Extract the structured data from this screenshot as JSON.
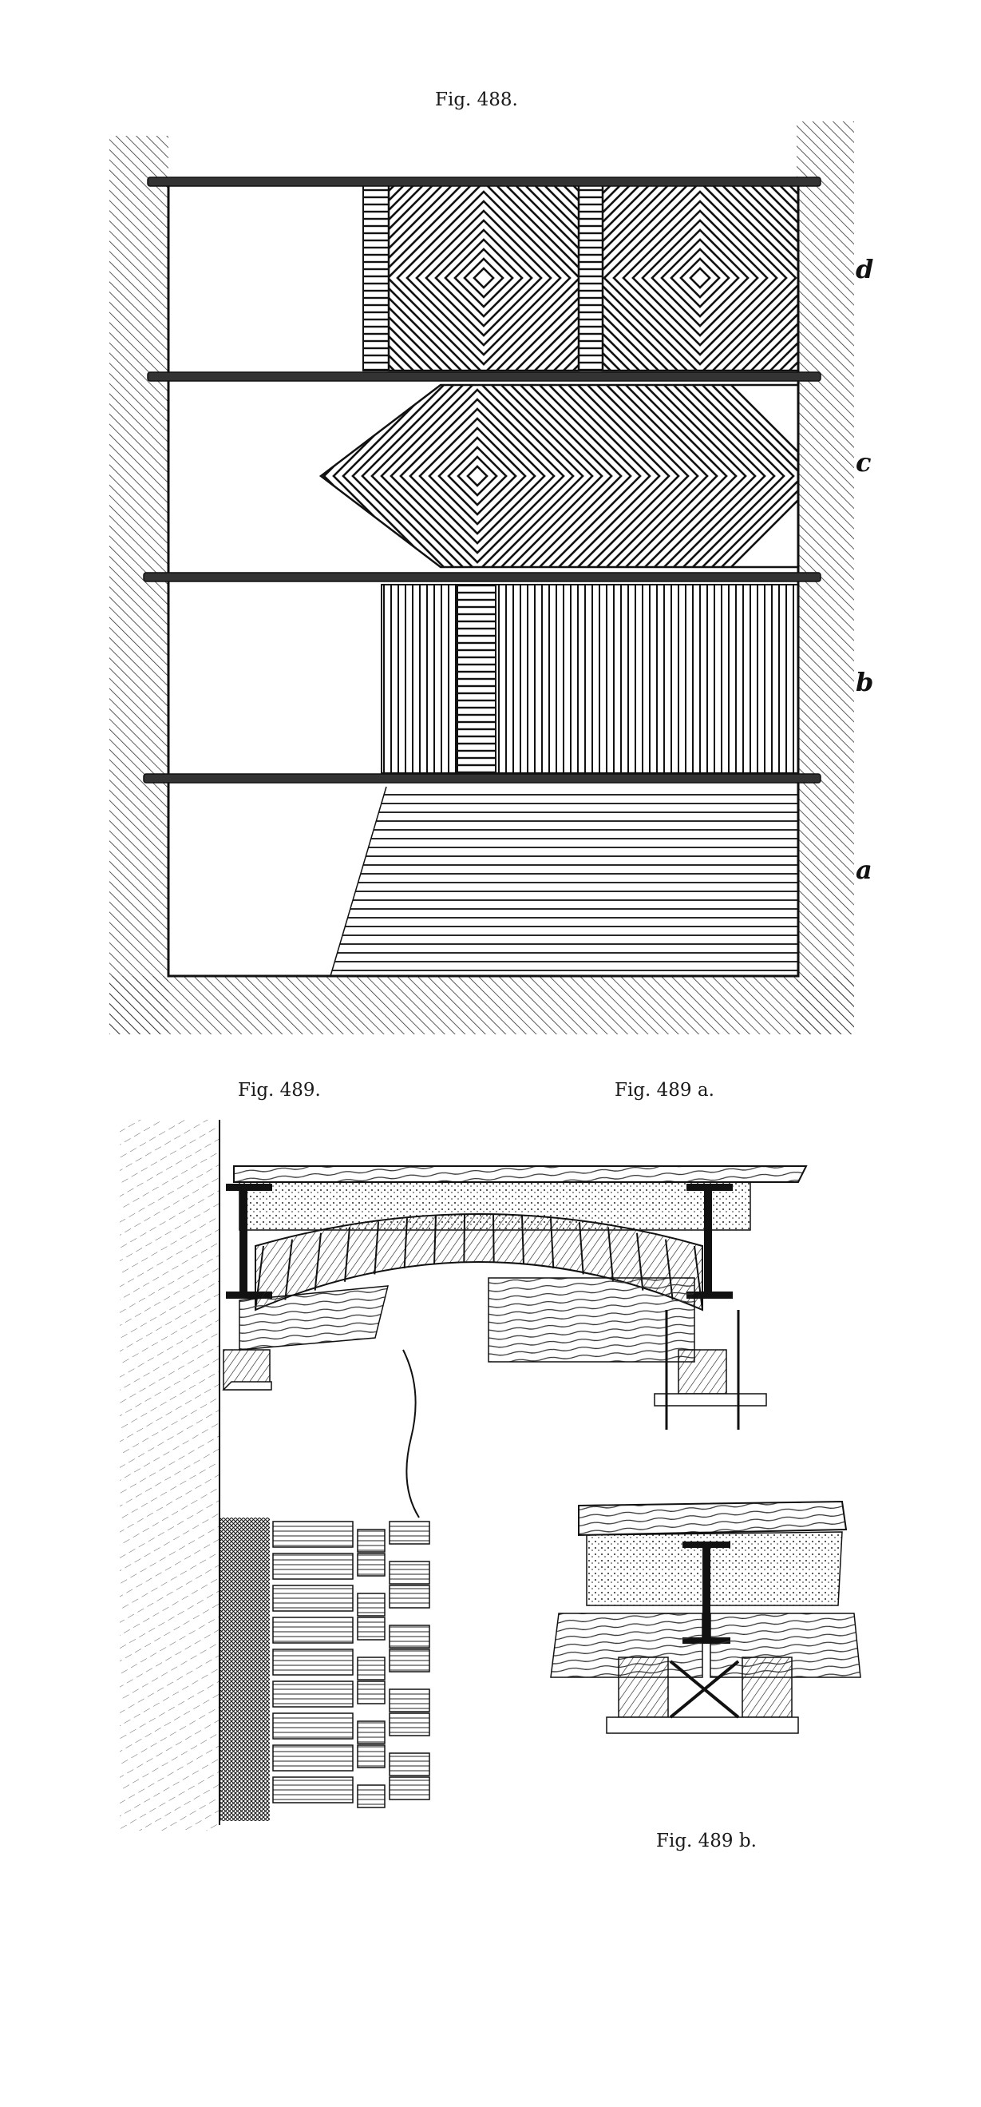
{
  "fig488": {
    "caption": "Fig. 488.",
    "row_labels": [
      "d",
      "c",
      "b",
      "a"
    ]
  },
  "fig489": {
    "caption": "Fig. 489."
  },
  "fig489a": {
    "caption": "Fig. 489 a."
  },
  "fig489b": {
    "caption": "Fig. 489 b."
  },
  "colors": {
    "ink": "#111111",
    "paper": "#ffffff"
  }
}
